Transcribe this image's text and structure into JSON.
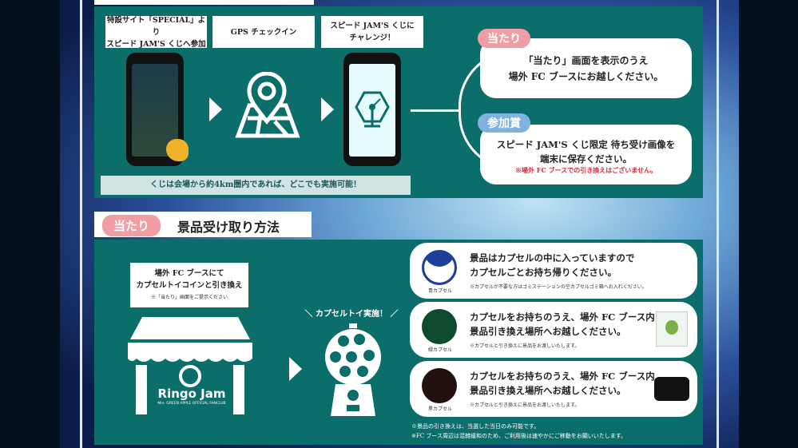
{
  "steps": {
    "step1": "特設サイト「SPECIAL」より\nスピード JAM'S くじへ参加",
    "step2": "GPS チェックイン",
    "step3": "スピード JAM'S くじに\nチャレンジ！",
    "note": "くじは会場から約4km圏内であれば、どこでも実施可能！"
  },
  "results": {
    "win_tag": "当たり",
    "win_text": "「当たり」画面を表示のうえ\n場外 FC ブースにお越しください。",
    "participation_tag": "参加賞",
    "participation_text": "スピード JAM'S くじ限定 待ち受け画像を\n端末に保存ください。",
    "participation_note": "※場外 FC ブースでの引き換えはございません。"
  },
  "section2": {
    "tag": "当たり",
    "title": "景品受け取り方法",
    "booth_text": "場外 FC ブースにて\nカプセルトイコインと引き換え",
    "booth_note": "※「当たり」画面をご提示ください",
    "booth_logo": "Ringo Jam",
    "booth_logo_sub": "Mrs. GREEN APPLE OFFICIAL FANCLUB",
    "capsule_toy": "＼ カプセルトイ実施！ ／",
    "prizes": [
      {
        "label": "青カプセル",
        "color": "#1f3f9a",
        "text": "景品はカプセルの中に入っていますので\nカプセルごとお持ち帰りください。",
        "note": "※カプセルが不要な方はゴミステーションの空カプセルゴミ箱へお入れください。"
      },
      {
        "label": "緑カプセル",
        "color": "#0e4a2e",
        "text": "カプセルをお持ちのうえ、場外 FC ブース内\n景品引き換え場所へお越しください。",
        "note": "※カプセルと引き換えに景品をお渡しいたします。"
      },
      {
        "label": "黒カプセル",
        "color": "#21120f",
        "text": "カプセルをお持ちのうえ、場外 FC ブース内\n景品引き換え場所へお越しください。",
        "note": "※カプセルと引き換えに景品をお渡しいたします。"
      }
    ],
    "footnotes": [
      "※景品の引き換えは、当選した当日のみ可能です。",
      "※FC ブース周辺は混雑緩和のため、ご利用後は速やかにご移動をお願いいたします。"
    ]
  },
  "colors": {
    "teal": "#0b6e6b",
    "pink": "#ee9ea4",
    "blue": "#7fb2df",
    "red": "#d0303a"
  }
}
